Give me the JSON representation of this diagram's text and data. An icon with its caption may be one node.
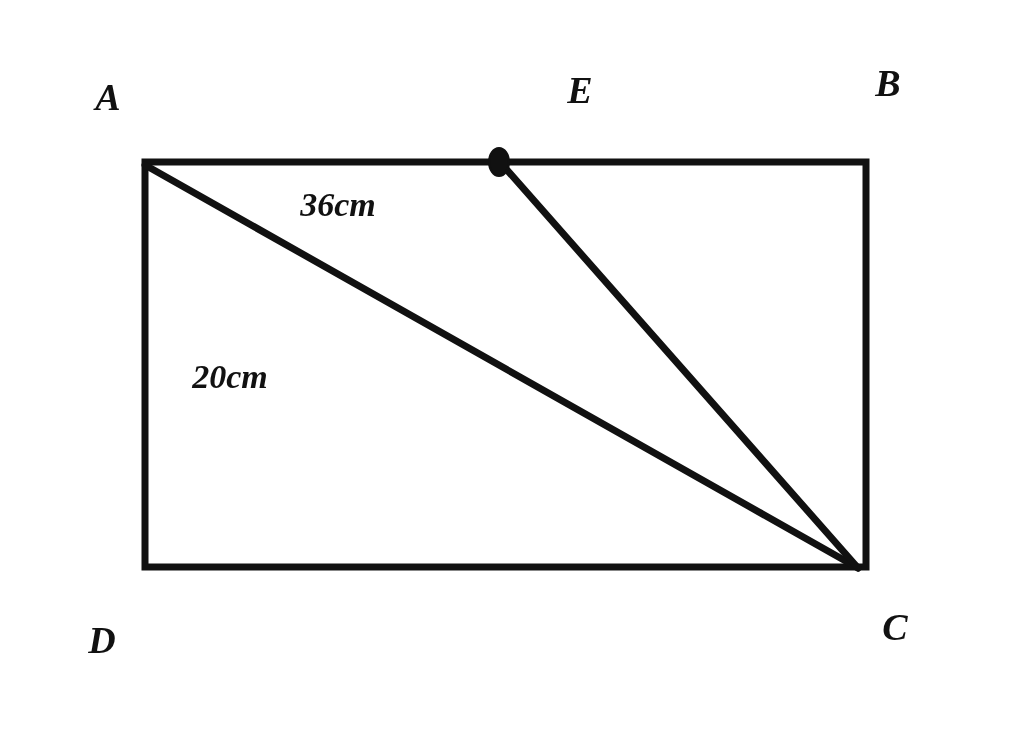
{
  "diagram": {
    "labels": [
      "A",
      "E",
      "B",
      "36cm",
      "20cm",
      "D",
      "C"
    ]
  }
}
